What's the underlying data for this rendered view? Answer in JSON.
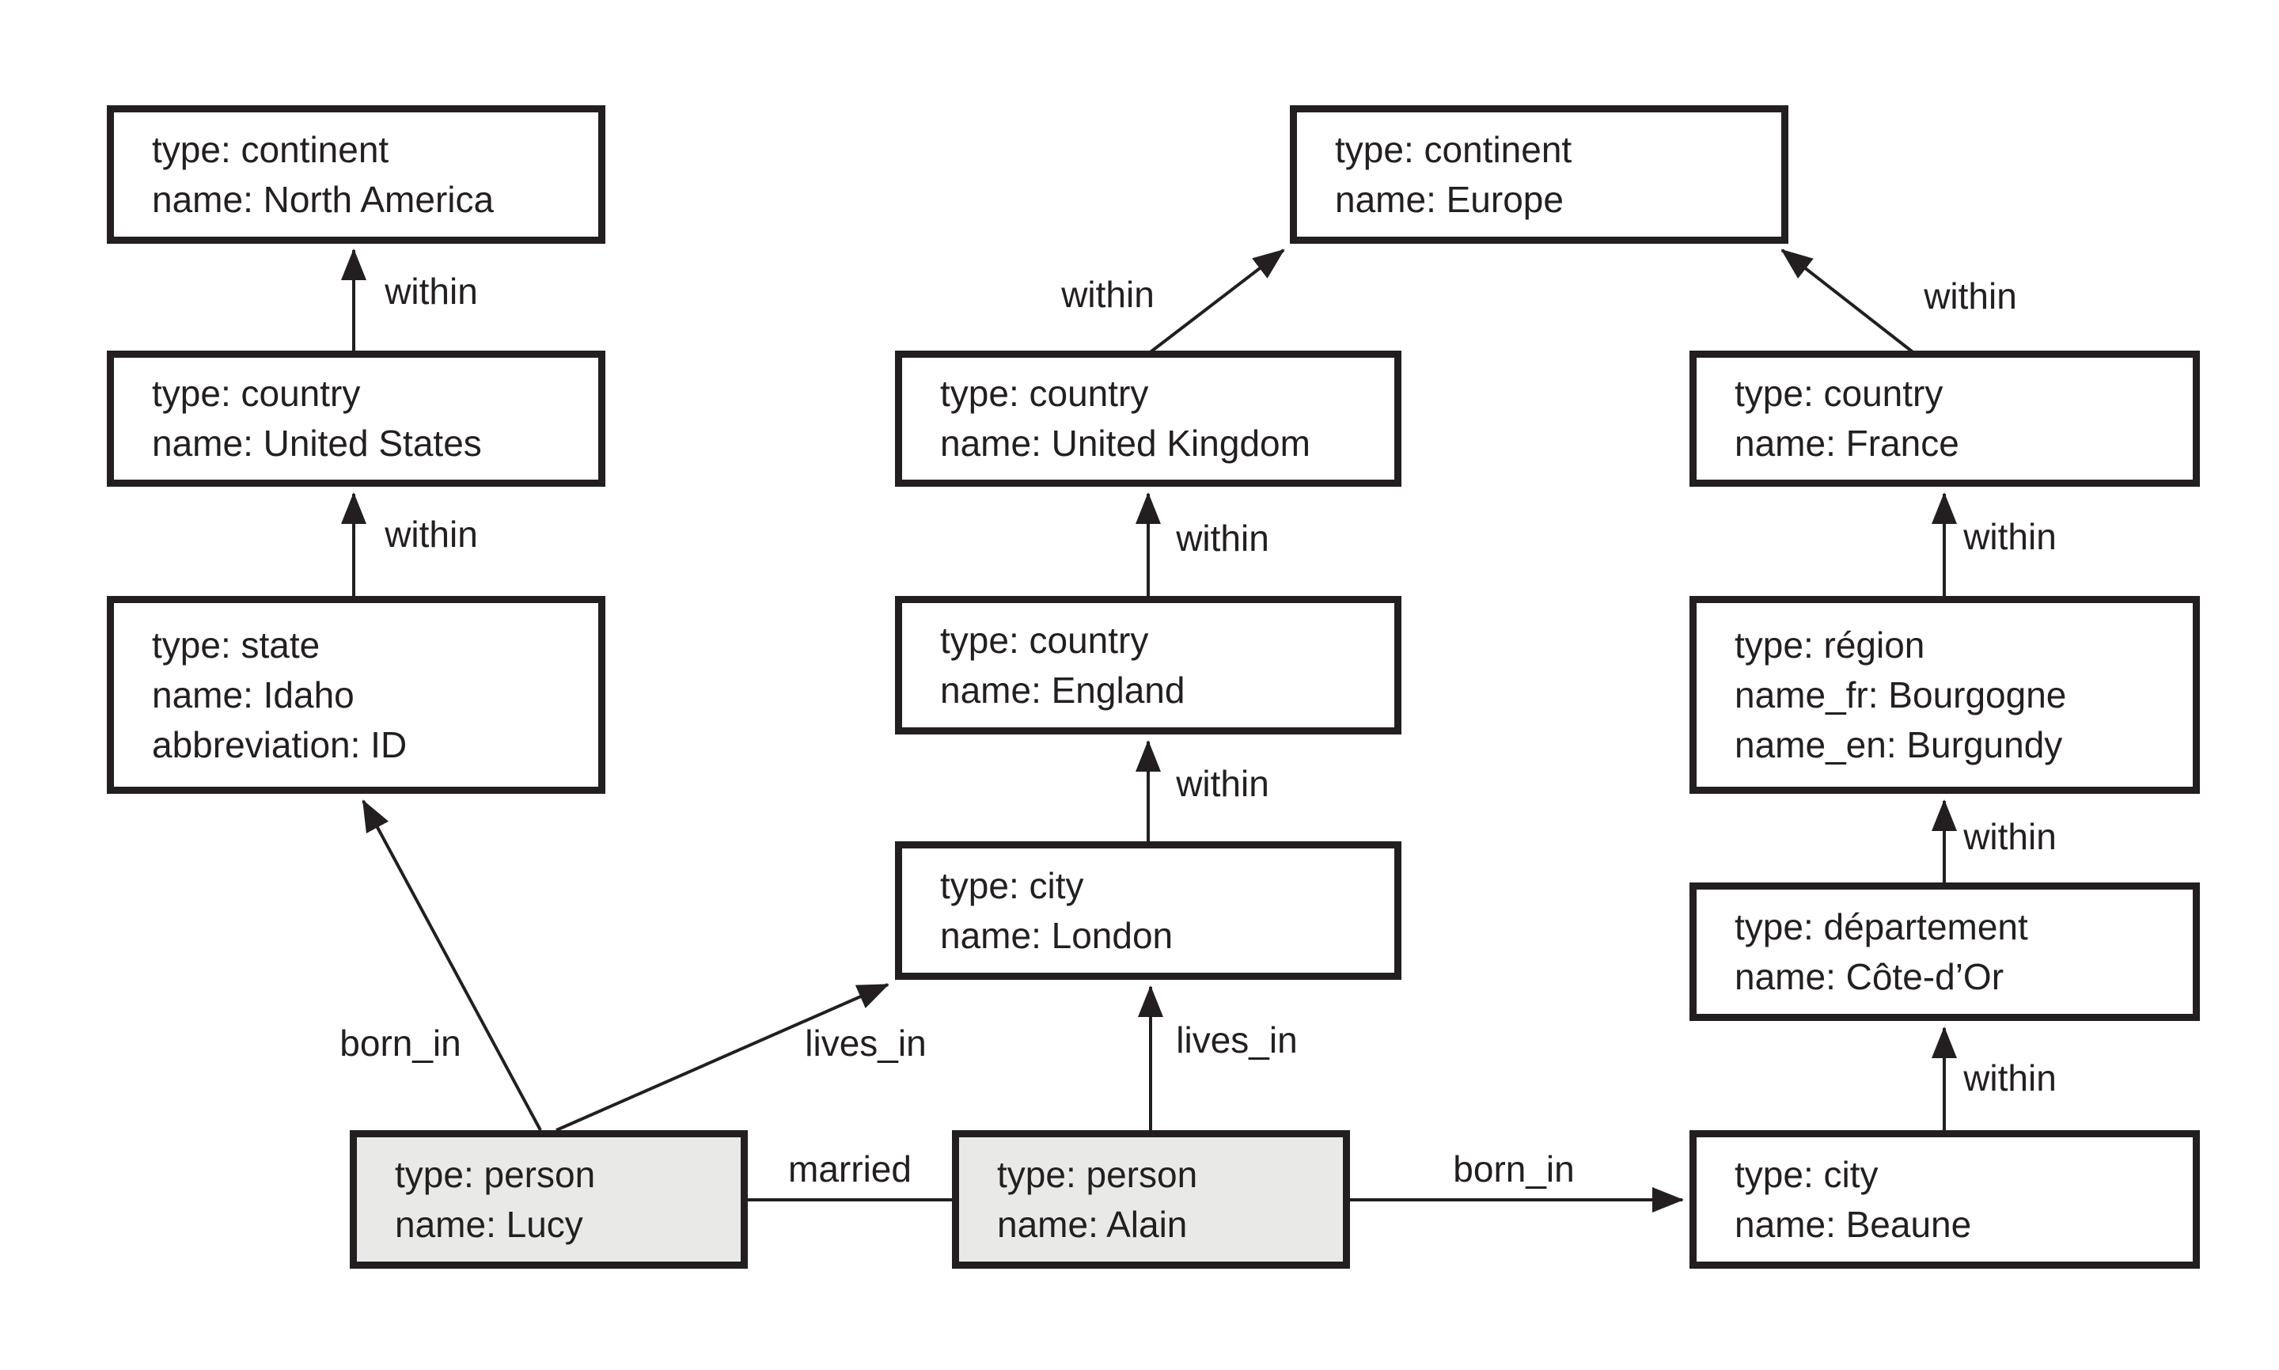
{
  "palette": {
    "ink": "#231f20",
    "node_fill": "#ffffff",
    "person_fill": "#e9e9e8",
    "bg": "#ffffff"
  },
  "nodes": {
    "north_america": {
      "lines": [
        "type: continent",
        "name: North America"
      ]
    },
    "united_states": {
      "lines": [
        "type: country",
        "name: United States"
      ]
    },
    "idaho": {
      "lines": [
        "type: state",
        "name: Idaho",
        "abbreviation: ID"
      ]
    },
    "europe": {
      "lines": [
        "type: continent",
        "name: Europe"
      ]
    },
    "united_kingdom": {
      "lines": [
        "type: country",
        "name: United Kingdom"
      ]
    },
    "england": {
      "lines": [
        "type: country",
        "name: England"
      ]
    },
    "london": {
      "lines": [
        "type: city",
        "name: London"
      ]
    },
    "france": {
      "lines": [
        "type: country",
        "name: France"
      ]
    },
    "bourgogne": {
      "lines": [
        "type: région",
        "name_fr: Bourgogne",
        "name_en: Burgundy"
      ]
    },
    "cote_dor": {
      "lines": [
        "type: département",
        "name: Côte-d’Or"
      ]
    },
    "beaune": {
      "lines": [
        "type: city",
        "name: Beaune"
      ]
    },
    "lucy": {
      "lines": [
        "type: person",
        "name: Lucy"
      ]
    },
    "alain": {
      "lines": [
        "type: person",
        "name: Alain"
      ]
    }
  },
  "edges": {
    "us_to_north_america": {
      "label": "within"
    },
    "idaho_to_us": {
      "label": "within"
    },
    "uk_to_europe": {
      "label": "within"
    },
    "france_to_europe": {
      "label": "within"
    },
    "england_to_uk": {
      "label": "within"
    },
    "bourgogne_to_france": {
      "label": "within"
    },
    "london_to_england": {
      "label": "within"
    },
    "cotedor_to_bourgogne": {
      "label": "within"
    },
    "beaune_to_cotedor": {
      "label": "within"
    },
    "lucy_born_in": {
      "label": "born_in"
    },
    "lucy_lives_in": {
      "label": "lives_in"
    },
    "alain_lives_in": {
      "label": "lives_in"
    },
    "married": {
      "label": "married"
    },
    "alain_born_in": {
      "label": "born_in"
    }
  }
}
